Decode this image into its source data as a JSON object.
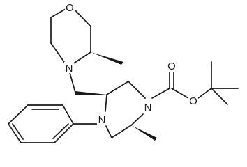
{
  "molecule": {
    "atoms": {
      "O_morpholine": "O",
      "N_morpholine": "N",
      "N_piperazine_benzyl": "N",
      "N_piperazine_boc": "N",
      "O_ester": "O",
      "O_carbonyl": "O"
    },
    "colors": {
      "bond": "#1a1a1a",
      "background": "#ffffff"
    }
  }
}
